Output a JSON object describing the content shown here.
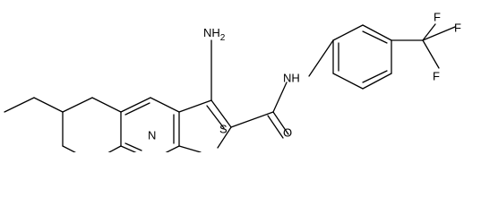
{
  "molecule": {
    "labels": {
      "amino": "NH",
      "amino_sub": "2",
      "amide_nh": "NH",
      "carbonyl_o": "O",
      "ring_n": "N",
      "ring_s": "S",
      "cf3_f_top_left": "F",
      "cf3_f_top_right": "F",
      "cf3_f_bottom": "F"
    },
    "colors": {
      "bond": "#000000",
      "text": "#000000",
      "background": "#ffffff"
    }
  }
}
